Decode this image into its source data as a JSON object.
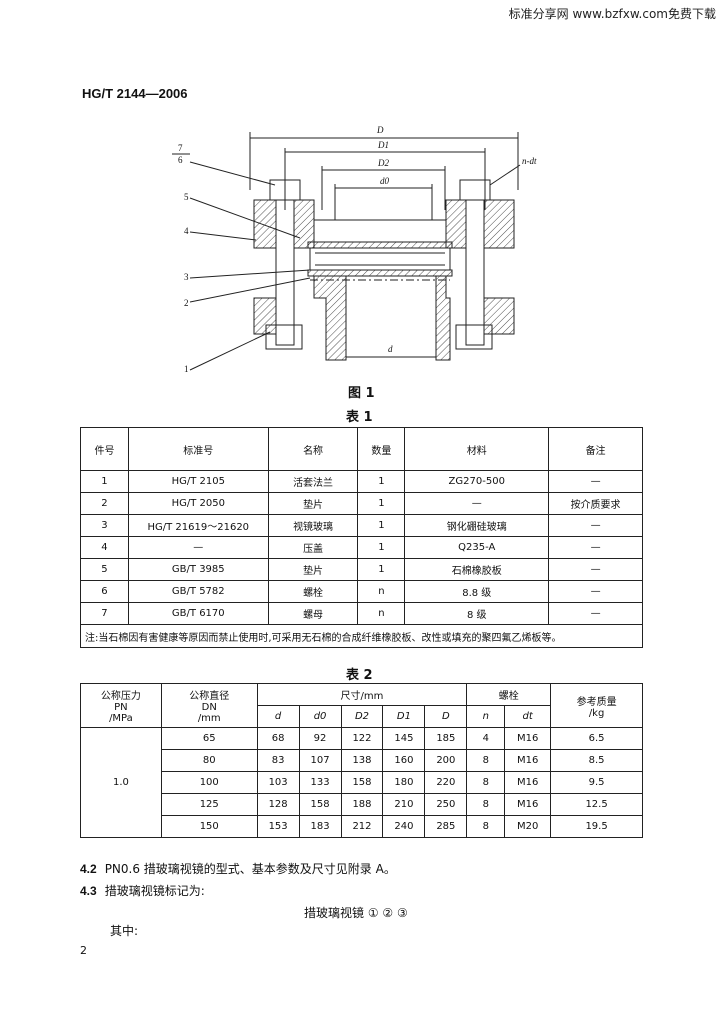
{
  "watermark": "标准分享网 www.bzfxw.com免费下载",
  "header": "HG/T 2144—2006",
  "figure": {
    "caption": "图 1",
    "labels": {
      "D": "D",
      "D1": "D1",
      "D2": "D2",
      "d0": "d0",
      "d": "d",
      "ndt": "n-dt",
      "frac_top": "7",
      "frac_bottom": "6",
      "p1": "1",
      "p2": "2",
      "p3": "3",
      "p4": "4",
      "p5": "5"
    }
  },
  "table1": {
    "caption": "表 1",
    "headers": [
      "件号",
      "标准号",
      "名称",
      "数量",
      "材料",
      "备注"
    ],
    "rows": [
      [
        "1",
        "HG/T 2105",
        "活套法兰",
        "1",
        "ZG270-500",
        "—"
      ],
      [
        "2",
        "HG/T 2050",
        "垫片",
        "1",
        "—",
        "按介质要求"
      ],
      [
        "3",
        "HG/T 21619～21620",
        "视镜玻璃",
        "1",
        "钢化硼硅玻璃",
        "—"
      ],
      [
        "4",
        "—",
        "压盖",
        "1",
        "Q235-A",
        "—"
      ],
      [
        "5",
        "GB/T 3985",
        "垫片",
        "1",
        "石棉橡胶板",
        "—"
      ],
      [
        "6",
        "GB/T 5782",
        "螺栓",
        "n",
        "8.8 级",
        "—"
      ],
      [
        "7",
        "GB/T 6170",
        "螺母",
        "n",
        "8 级",
        "—"
      ]
    ],
    "note": "注:当石棉因有害健康等原因而禁止使用时,可采用无石棉的合成纤维橡胶板、改性或填充的聚四氟乙烯板等。"
  },
  "table2": {
    "caption": "表 2",
    "h_pn": "公称压力\nPN\n/MPa",
    "h_dn": "公称直径\nDN\n/mm",
    "h_dim": "尺寸/mm",
    "h_bolt": "螺栓",
    "h_mass": "参考质量\n/kg",
    "sub": [
      "d",
      "d0",
      "D2",
      "D1",
      "D",
      "n",
      "dt"
    ],
    "pn_value": "1.0",
    "rows": [
      [
        "65",
        "68",
        "92",
        "122",
        "145",
        "185",
        "4",
        "M16",
        "6.5"
      ],
      [
        "80",
        "83",
        "107",
        "138",
        "160",
        "200",
        "8",
        "M16",
        "8.5"
      ],
      [
        "100",
        "103",
        "133",
        "158",
        "180",
        "220",
        "8",
        "M16",
        "9.5"
      ],
      [
        "125",
        "128",
        "158",
        "188",
        "210",
        "250",
        "8",
        "M16",
        "12.5"
      ],
      [
        "150",
        "153",
        "183",
        "212",
        "240",
        "285",
        "8",
        "M20",
        "19.5"
      ]
    ]
  },
  "para42": {
    "num": "4.2",
    "text": "PN0.6 措玻璃视镜的型式、基本参数及尺寸见附录 A。"
  },
  "para43": {
    "num": "4.3",
    "text": "措玻璃视镜标记为:"
  },
  "marking": "措玻璃视镜 ① ② ③",
  "where": "其中:",
  "page_number": "2"
}
